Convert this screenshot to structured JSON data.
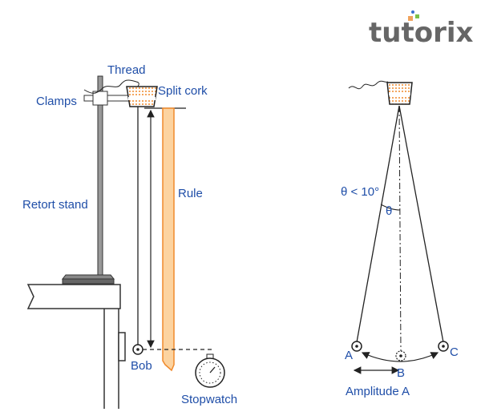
{
  "logo": {
    "text": "tutorix"
  },
  "left_diagram": {
    "labels": {
      "thread": "Thread",
      "clamps": "Clamps",
      "split_cork": "Split cork",
      "retort_stand": "Retort stand",
      "rule": "Rule",
      "bob": "Bob",
      "stopwatch": "Stopwatch"
    }
  },
  "right_diagram": {
    "labels": {
      "angle_condition": "θ < 10°",
      "theta": "θ",
      "a": "A",
      "b": "B",
      "c": "C",
      "amplitude": "Amplitude A"
    }
  },
  "colors": {
    "label": "#1f4ea8",
    "rule_fill": "#fcd3a0",
    "rule_stroke": "#f08a2c",
    "cork_dots": "#f08a2c"
  }
}
